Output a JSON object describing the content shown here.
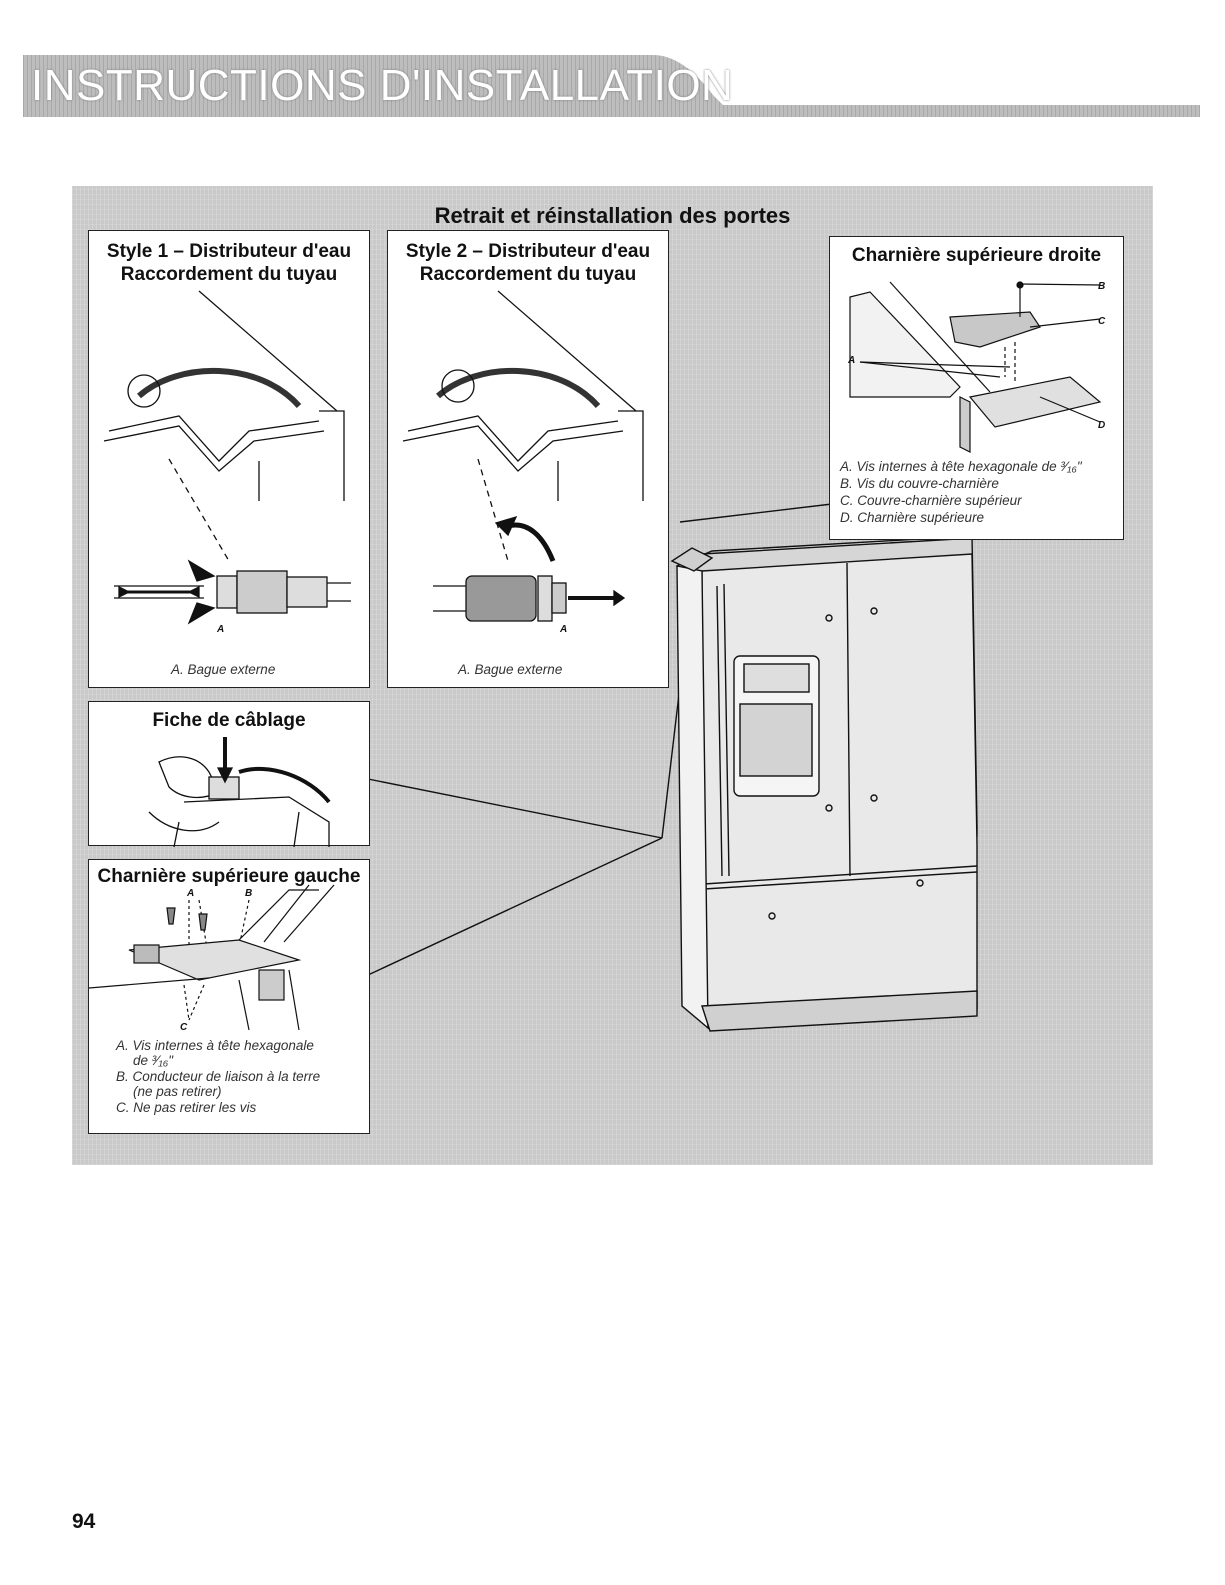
{
  "header": {
    "title": "INSTRUCTIONS D'INSTALLATION"
  },
  "figure": {
    "title": "Retrait et réinstallation des portes",
    "style1": {
      "title_line1": "Style 1 –  Distributeur d'eau",
      "title_line2": "Raccordement du tuyau",
      "label_a": "A",
      "caption": "A. Bague externe"
    },
    "style2": {
      "title_line1": "Style 2 –  Distributeur d'eau",
      "title_line2": "Raccordement du tuyau",
      "label_a": "A",
      "caption": "A. Bague externe"
    },
    "right_hinge": {
      "title": "Charnière supérieure droite",
      "label_a": "A",
      "label_b": "B",
      "label_c": "C",
      "label_d": "D",
      "captions": [
        "A. Vis internes à tête hexagonale de ³⁄₁₆\"",
        "B. Vis du couvre-charnière",
        "C. Couvre-charnière supérieur",
        "D. Charnière supérieure"
      ]
    },
    "wiring": {
      "title": "Fiche de câblage"
    },
    "left_hinge": {
      "title": "Charnière supérieure gauche",
      "label_a": "A",
      "label_b": "B",
      "label_c": "C",
      "captions": [
        "A. Vis internes à tête hexagonale",
        "de ³⁄₁₆\"",
        "B. Conducteur de liaison à la terre",
        "(ne pas retirer)",
        "C. Ne pas retirer les vis"
      ]
    }
  },
  "page_number": "94"
}
